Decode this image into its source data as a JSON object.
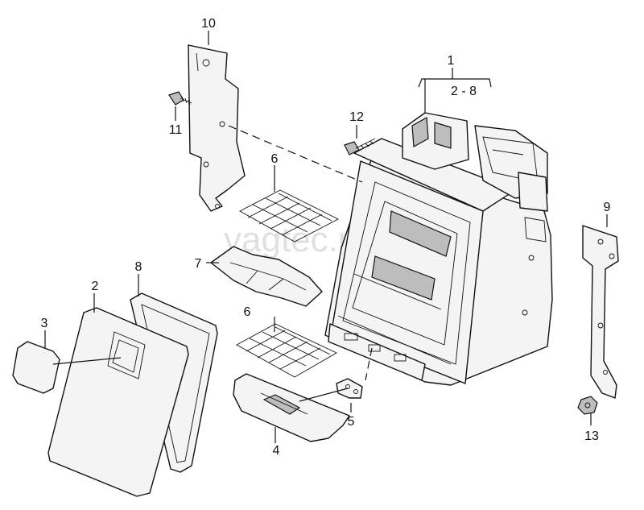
{
  "watermark": "vagtec.ru",
  "callouts": {
    "c1": "1",
    "c2_8": "2 - 8",
    "c2": "2",
    "c3": "3",
    "c4": "4",
    "c5": "5",
    "c6a": "6",
    "c6b": "6",
    "c7": "7",
    "c8": "8",
    "c9": "9",
    "c10": "10",
    "c11": "11",
    "c12": "12",
    "c13": "13"
  }
}
